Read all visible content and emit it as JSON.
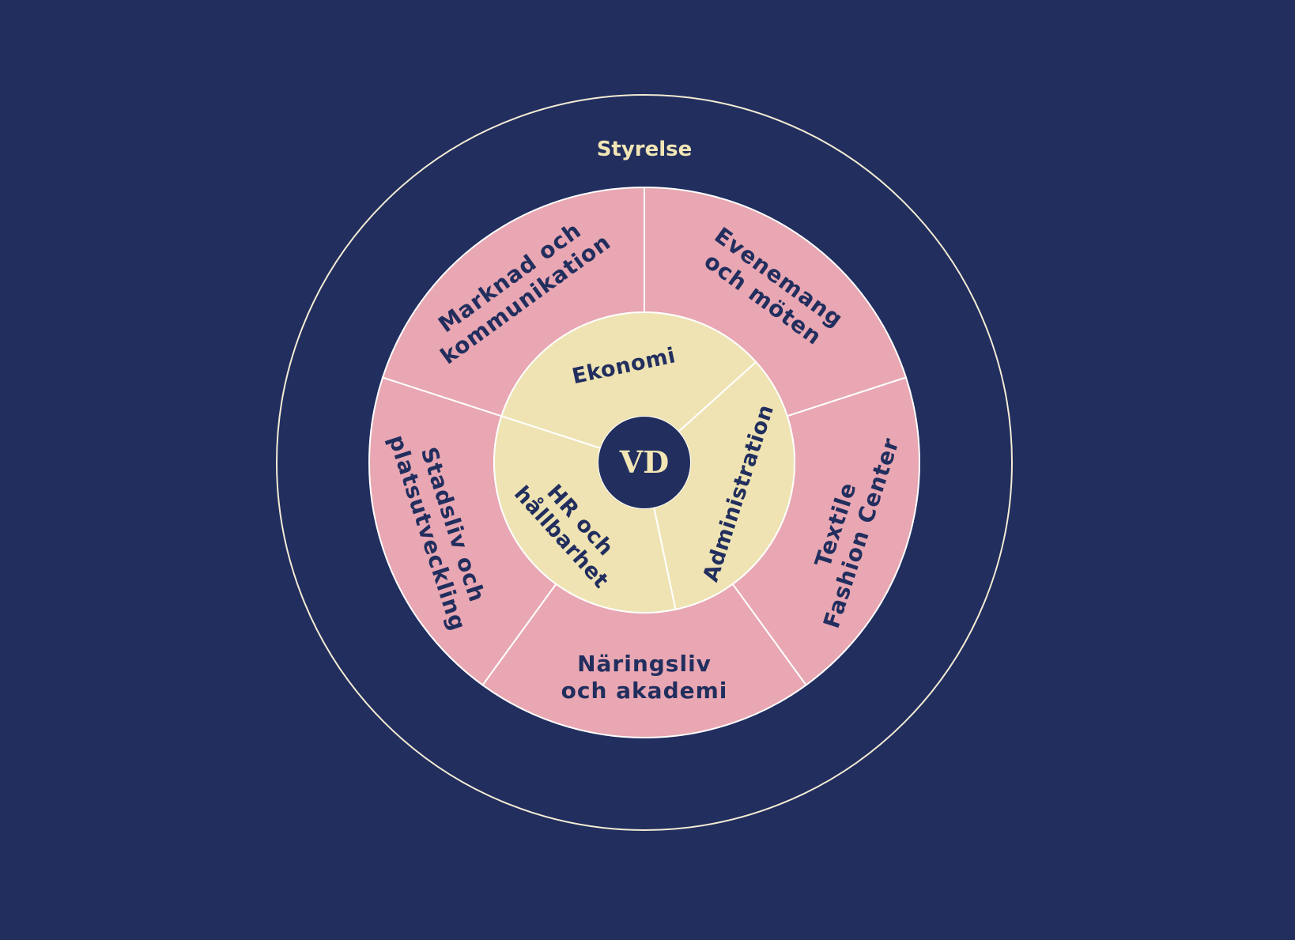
{
  "colors": {
    "background": "#212e5e",
    "outer_ring_stroke": "#f4ecd4",
    "outer_segment_fill": "#e8a7b2",
    "inner_segment_fill": "#efe3b3",
    "center_fill": "#212e5e",
    "label_dark": "#212e5e",
    "label_light": "#f2e6b5",
    "divider": "#ffffff"
  },
  "board": {
    "label": "Styrelse"
  },
  "center": {
    "label": "VD"
  },
  "outer_segments": [
    {
      "lines": [
        "Evenemang",
        "och möten"
      ]
    },
    {
      "lines": [
        "Textile",
        "Fashion Center"
      ]
    },
    {
      "lines": [
        "Näringsliv",
        "och akademi"
      ]
    },
    {
      "lines": [
        "Stadsliv och",
        "platsutveckling"
      ]
    },
    {
      "lines": [
        "Marknad och",
        "kommunikation"
      ]
    }
  ],
  "inner_segments": [
    {
      "lines": [
        "Ekonomi"
      ]
    },
    {
      "lines": [
        "Administration"
      ]
    },
    {
      "lines": [
        "HR och",
        "hållbarhet"
      ]
    }
  ]
}
